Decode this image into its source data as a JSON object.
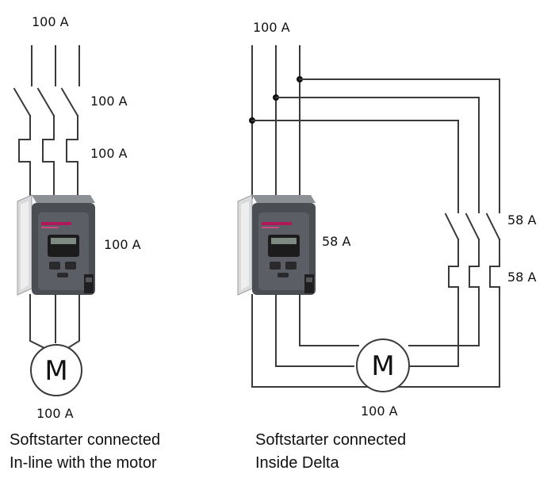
{
  "left": {
    "supply_current": "100 A",
    "switch_current": "100 A",
    "contactor_current": "100 A",
    "softstarter_current": "100 A",
    "motor_letter": "M",
    "motor_current": "100 A",
    "caption_line1": "Softstarter connected",
    "caption_line2": "In-line with the motor"
  },
  "right": {
    "supply_current": "100 A",
    "softstarter_current": "58 A",
    "switch_current": "58 A",
    "contactor_current": "58 A",
    "motor_letter": "M",
    "motor_current": "100 A",
    "caption_line1": "Softstarter connected",
    "caption_line2": "Inside Delta"
  },
  "colors": {
    "wire": "#3a3a3a",
    "softstarter_body": "#4a4d52",
    "softstarter_side": "#d9dadc",
    "accent_stripe": "#b0185a",
    "display": "#1c1c1c"
  }
}
